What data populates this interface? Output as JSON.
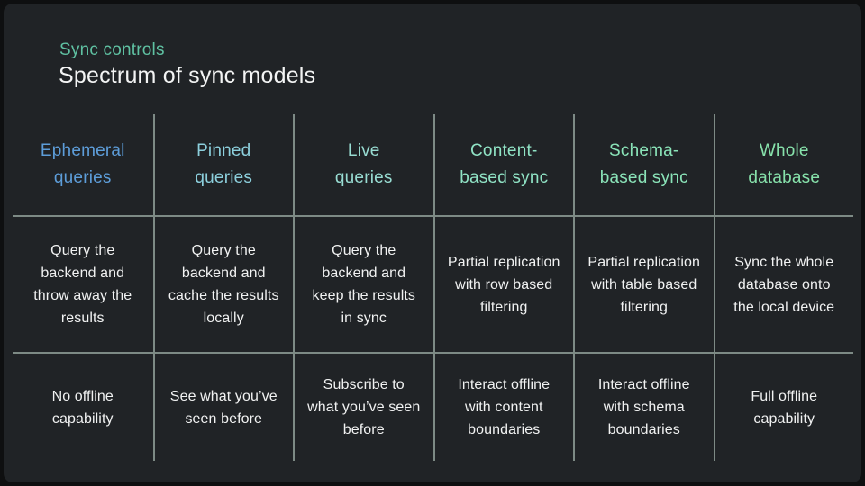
{
  "slide": {
    "kicker": "Sync controls",
    "title": "Spectrum of sync models",
    "kicker_color": "#5fc1a2",
    "background": "#202326",
    "line_color": "#7d8a85",
    "body_text_color": "#f1f2f2"
  },
  "table": {
    "columns": [
      {
        "header": "Ephemeral\nqueries",
        "header_color": "#5d9dd9",
        "description": "Query the\nbackend and\nthrow away the\nresults",
        "offline": "No offline\ncapability"
      },
      {
        "header": "Pinned\nqueries",
        "header_color": "#8ccfdc",
        "description": "Query the\nbackend and\ncache the results\nlocally",
        "offline": "See what you’ve\nseen before"
      },
      {
        "header": "Live\nqueries",
        "header_color": "#98dcd2",
        "description": "Query the\nbackend and\nkeep the results\nin sync",
        "offline": "Subscribe to\nwhat you’ve seen\nbefore"
      },
      {
        "header": "Content-\nbased sync",
        "header_color": "#90e3c5",
        "description": "Partial replication\nwith row based\nfiltering",
        "offline": "Interact offline\nwith content\nboundaries"
      },
      {
        "header": "Schema-\nbased sync",
        "header_color": "#8ae3b8",
        "description": "Partial replication\nwith table based\nfiltering",
        "offline": "Interact offline\nwith schema\nboundaries"
      },
      {
        "header": "Whole\ndatabase",
        "header_color": "#87e2ab",
        "description": "Sync the whole\ndatabase onto\nthe local device",
        "offline": "Full offline\ncapability"
      }
    ]
  }
}
